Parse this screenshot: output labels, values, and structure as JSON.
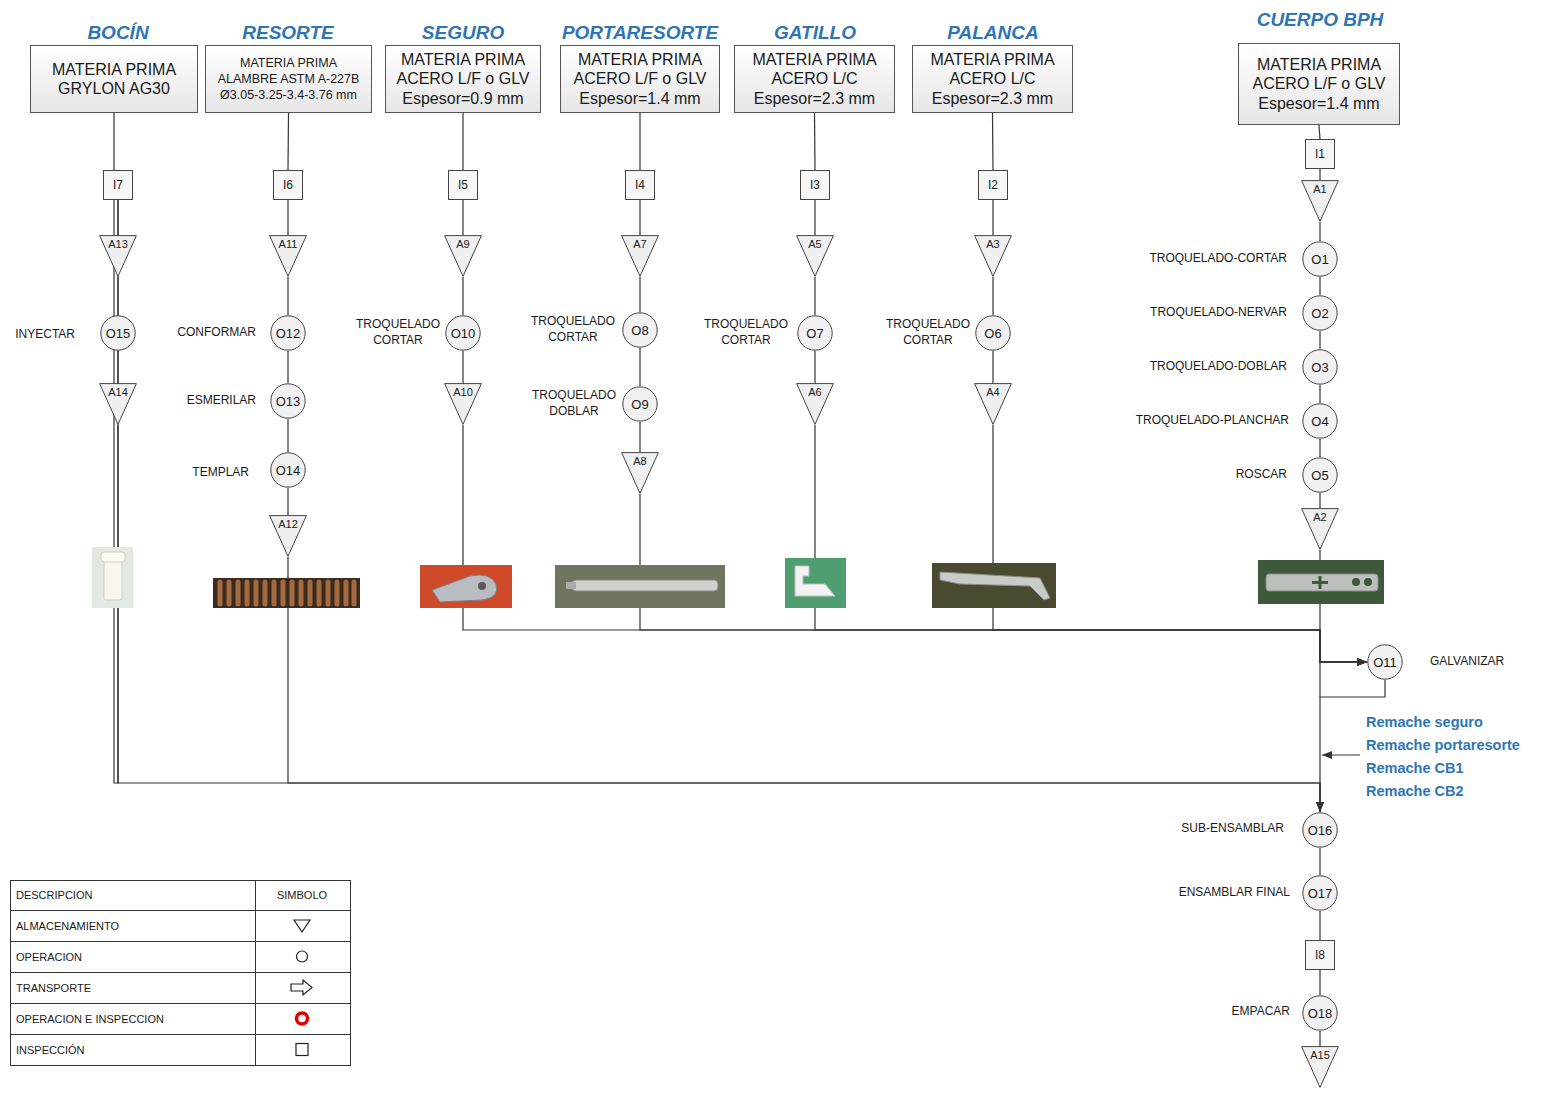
{
  "diagram": {
    "nodes": [
      {
        "text": [
          "MATERIA PRIMA",
          "GRYLON AG30"
        ]
      },
      {
        "text": [
          "I7"
        ]
      },
      {
        "text": [
          "A13"
        ]
      },
      {
        "text": [
          "O15"
        ]
      },
      {
        "text": [
          "A14"
        ]
      },
      {
        "text": [
          "MATERIA PRIMA",
          "ALAMBRE ASTM A-227B",
          "Ø3.05-3.25-3.4-3.76 mm"
        ]
      },
      {
        "text": [
          "I6"
        ]
      },
      {
        "text": [
          "A11"
        ]
      },
      {
        "text": [
          "O12"
        ]
      },
      {
        "text": [
          "O13"
        ]
      },
      {
        "text": [
          "O14"
        ]
      },
      {
        "text": [
          "A12"
        ]
      },
      {
        "text": [
          "MATERIA PRIMA",
          "ACERO L/F o GLV",
          "Espesor=0.9 mm"
        ]
      },
      {
        "text": [
          "I5"
        ]
      },
      {
        "text": [
          "A9"
        ]
      },
      {
        "text": [
          "O10"
        ]
      },
      {
        "text": [
          "A10"
        ]
      },
      {
        "text": [
          "MATERIA PRIMA",
          "ACERO L/F o GLV",
          "Espesor=1.4 mm"
        ]
      },
      {
        "text": [
          "I4"
        ]
      },
      {
        "text": [
          "A7"
        ]
      },
      {
        "text": [
          "O8"
        ]
      },
      {
        "text": [
          "O9"
        ]
      },
      {
        "text": [
          "A8"
        ]
      },
      {
        "text": [
          "MATERIA PRIMA",
          "ACERO L/C",
          "Espesor=2.3 mm"
        ]
      },
      {
        "text": [
          "I3"
        ]
      },
      {
        "text": [
          "A5"
        ]
      },
      {
        "text": [
          "O7"
        ]
      },
      {
        "text": [
          "A6"
        ]
      },
      {
        "text": [
          "MATERIA PRIMA",
          "ACERO L/C",
          "Espesor=2.3 mm"
        ]
      },
      {
        "text": [
          "I2"
        ]
      },
      {
        "text": [
          "A3"
        ]
      },
      {
        "text": [
          "O6"
        ]
      },
      {
        "text": [
          "A4"
        ]
      },
      {
        "text": [
          "MATERIA PRIMA",
          "ACERO L/F o GLV",
          "Espesor=1.4 mm"
        ]
      },
      {
        "text": [
          "I1"
        ]
      },
      {
        "text": [
          "A1"
        ]
      },
      {
        "text": [
          "O1"
        ]
      },
      {
        "text": [
          "O2"
        ]
      },
      {
        "text": [
          "O3"
        ]
      },
      {
        "text": [
          "O4"
        ]
      },
      {
        "text": [
          "O5"
        ]
      },
      {
        "text": [
          "A2"
        ]
      },
      {
        "text": [
          "O11"
        ]
      },
      {
        "text": [
          "O16"
        ]
      },
      {
        "text": [
          "O17"
        ]
      },
      {
        "text": [
          "I8"
        ]
      },
      {
        "text": [
          "O18"
        ]
      },
      {
        "text": [
          "A15"
        ]
      }
    ],
    "edges": [
      {
        "from": 0,
        "to": 1,
        "arrow": "none"
      },
      {
        "from": 1,
        "to": 2,
        "arrow": "none"
      },
      {
        "from": 2,
        "to": 3,
        "arrow": "none"
      },
      {
        "from": 3,
        "to": 4,
        "arrow": "none"
      },
      {
        "from": 5,
        "to": 6,
        "arrow": "none"
      },
      {
        "from": 6,
        "to": 7,
        "arrow": "none"
      },
      {
        "from": 7,
        "to": 8,
        "arrow": "none"
      },
      {
        "from": 8,
        "to": 9,
        "arrow": "none"
      },
      {
        "from": 9,
        "to": 10,
        "arrow": "none"
      },
      {
        "from": 10,
        "to": 11,
        "arrow": "none"
      },
      {
        "from": 12,
        "to": 13,
        "arrow": "none"
      },
      {
        "from": 13,
        "to": 14,
        "arrow": "none"
      },
      {
        "from": 14,
        "to": 15,
        "arrow": "none"
      },
      {
        "from": 15,
        "to": 16,
        "arrow": "none"
      },
      {
        "from": 17,
        "to": 18,
        "arrow": "none"
      },
      {
        "from": 18,
        "to": 19,
        "arrow": "none"
      },
      {
        "from": 19,
        "to": 20,
        "arrow": "none"
      },
      {
        "from": 20,
        "to": 21,
        "arrow": "none"
      },
      {
        "from": 21,
        "to": 22,
        "arrow": "none"
      },
      {
        "from": 23,
        "to": 24,
        "arrow": "none"
      },
      {
        "from": 24,
        "to": 25,
        "arrow": "none"
      },
      {
        "from": 25,
        "to": 26,
        "arrow": "none"
      },
      {
        "from": 26,
        "to": 27,
        "arrow": "none"
      },
      {
        "from": 28,
        "to": 29,
        "arrow": "none"
      },
      {
        "from": 29,
        "to": 30,
        "arrow": "none"
      },
      {
        "from": 30,
        "to": 31,
        "arrow": "none"
      },
      {
        "from": 31,
        "to": 32,
        "arrow": "none"
      },
      {
        "from": 33,
        "to": 34,
        "arrow": "none"
      },
      {
        "from": 34,
        "to": 35,
        "arrow": "none"
      },
      {
        "from": 35,
        "to": 36,
        "arrow": "none"
      },
      {
        "from": 36,
        "to": 37,
        "arrow": "none"
      },
      {
        "from": 37,
        "to": 38,
        "arrow": "none"
      },
      {
        "from": 38,
        "to": 39,
        "arrow": "none"
      },
      {
        "from": 39,
        "to": 40,
        "arrow": "none"
      },
      {
        "from": 40,
        "to": 41,
        "arrow": "none"
      },
      {
        "from": 41,
        "to": 42,
        "arrow": "none"
      },
      {
        "from": 16,
        "to": 42,
        "arrow": "to"
      },
      {
        "from": 22,
        "to": 42,
        "arrow": "to"
      },
      {
        "from": 27,
        "to": 42,
        "arrow": "to"
      },
      {
        "from": 32,
        "to": 42,
        "arrow": "to"
      },
      {
        "from": 42,
        "to": 43,
        "arrow": "none"
      },
      {
        "from": 4,
        "to": 43,
        "arrow": "to"
      },
      {
        "from": 11,
        "to": 43,
        "arrow": "to"
      },
      {
        "from": 43,
        "to": 44,
        "arrow": "none"
      },
      {
        "from": 44,
        "to": 45,
        "arrow": "none"
      },
      {
        "from": 45,
        "to": 46,
        "arrow": "none"
      },
      {
        "from": 46,
        "to": 47,
        "arrow": "none"
      }
    ],
    "labels": [
      "BOCÍN",
      "RESORTE",
      "SEGURO",
      "PORTARESORTE",
      "GATILLO",
      "PALANCA",
      "CUERPO BPH",
      "INYECTAR",
      "CONFORMAR",
      "ESMERILAR",
      "TEMPLAR",
      "TROQUELADO CORTAR",
      "TROQUELADO CORTAR",
      "TROQUELADO DOBLAR",
      "TROQUELADO CORTAR",
      "TROQUELADO CORTAR",
      "TROQUELADO-CORTAR",
      "TROQUELADO-NERVAR",
      "TROQUELADO-DOBLAR",
      "TROQUELADO-PLANCHAR",
      "ROSCAR",
      "GALVANIZAR",
      "Remache seguro",
      "Remache portaresorte",
      "Remache CB1",
      "Remache CB2",
      "SUB-ENSAMBLAR",
      "ENSAMBLAR FINAL",
      "EMPACAR",
      "DESCRIPCION",
      "SIMBOLO"
    ],
    "legend": [
      {
        "text": "ALMACENAMIENTO"
      },
      {
        "text": "OPERACION"
      },
      {
        "text": "TRANSPORTE"
      },
      {
        "text": "OPERACION E INSPECCION"
      },
      {
        "text": "INSPECCIÓN"
      }
    ]
  }
}
